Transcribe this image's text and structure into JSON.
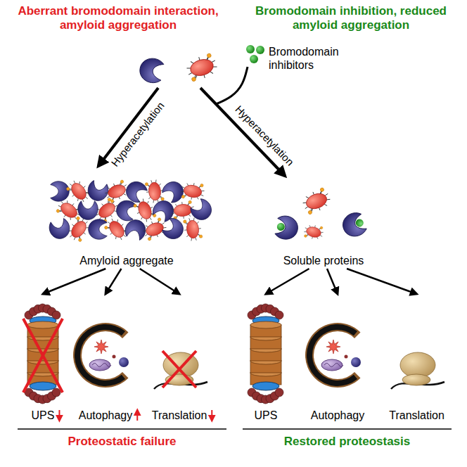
{
  "diagram": {
    "nodes": [
      {
        "text": [
          "Amyloid aggregate"
        ]
      },
      {
        "text": [
          "Soluble proteins"
        ]
      },
      {
        "text": [
          "UPS"
        ]
      },
      {
        "text": [
          "Autophagy"
        ]
      },
      {
        "text": [
          "Translation"
        ]
      },
      {
        "text": [
          "UPS"
        ]
      },
      {
        "text": [
          "Autophagy"
        ]
      },
      {
        "text": [
          "Translation"
        ]
      }
    ],
    "edges": [
      {
        "from": 0,
        "to": 2,
        "arrow": "to"
      },
      {
        "from": 0,
        "to": 3,
        "arrow": "to"
      },
      {
        "from": 0,
        "to": 4,
        "arrow": "to"
      },
      {
        "from": 1,
        "to": 5,
        "arrow": "to"
      },
      {
        "from": 1,
        "to": 6,
        "arrow": "to"
      },
      {
        "from": 1,
        "to": 7,
        "arrow": "to"
      }
    ],
    "labels": [
      "Aberrant bromodomain interaction, amyloid aggregation",
      "Bromodomain inhibition, reduced amyloid aggregation",
      "Bromodomain inhibitors",
      "Hyperacetylation",
      "Hyperacetylation",
      "Proteostatic failure",
      "Restored proteostasis"
    ]
  }
}
